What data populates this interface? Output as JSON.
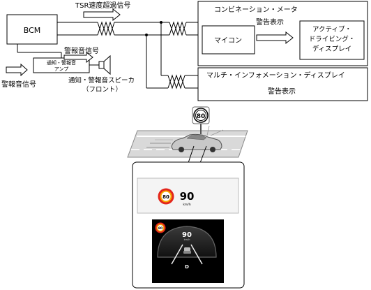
{
  "labels": {
    "bcm": "BCM",
    "tsr_signal": "TSR速度超過信号",
    "combination_meter": "コンビネーション・メータ",
    "warning_display_1": "警告表示",
    "microcomputer": "マイコン",
    "active_driving_display": [
      "アクティブ・",
      "ドライビング・",
      "ディスプレイ"
    ],
    "amp": [
      "通知・警報音",
      "アンプ"
    ],
    "alarm_signal_top": "警報音信号",
    "alarm_signal_left": "警報音信号",
    "speaker": [
      "通知・警報音スピーカ",
      "（フロント）"
    ],
    "multi_info_display": "マルチ・インフォメーション・ディスプレイ",
    "warning_display_2": "警告表示"
  },
  "road_sign": {
    "speed_limit": "80"
  },
  "mid": {
    "sign_value": "80",
    "speed": "90",
    "unit": "km/h"
  },
  "hud": {
    "sign_value": "80",
    "speed": "90",
    "unit": "km/h",
    "gear": "D"
  },
  "colors": {
    "sign_ring": "#e3251c",
    "sign_fill": "#f7a600",
    "hud_bg": "#000000",
    "line": "#000000"
  }
}
